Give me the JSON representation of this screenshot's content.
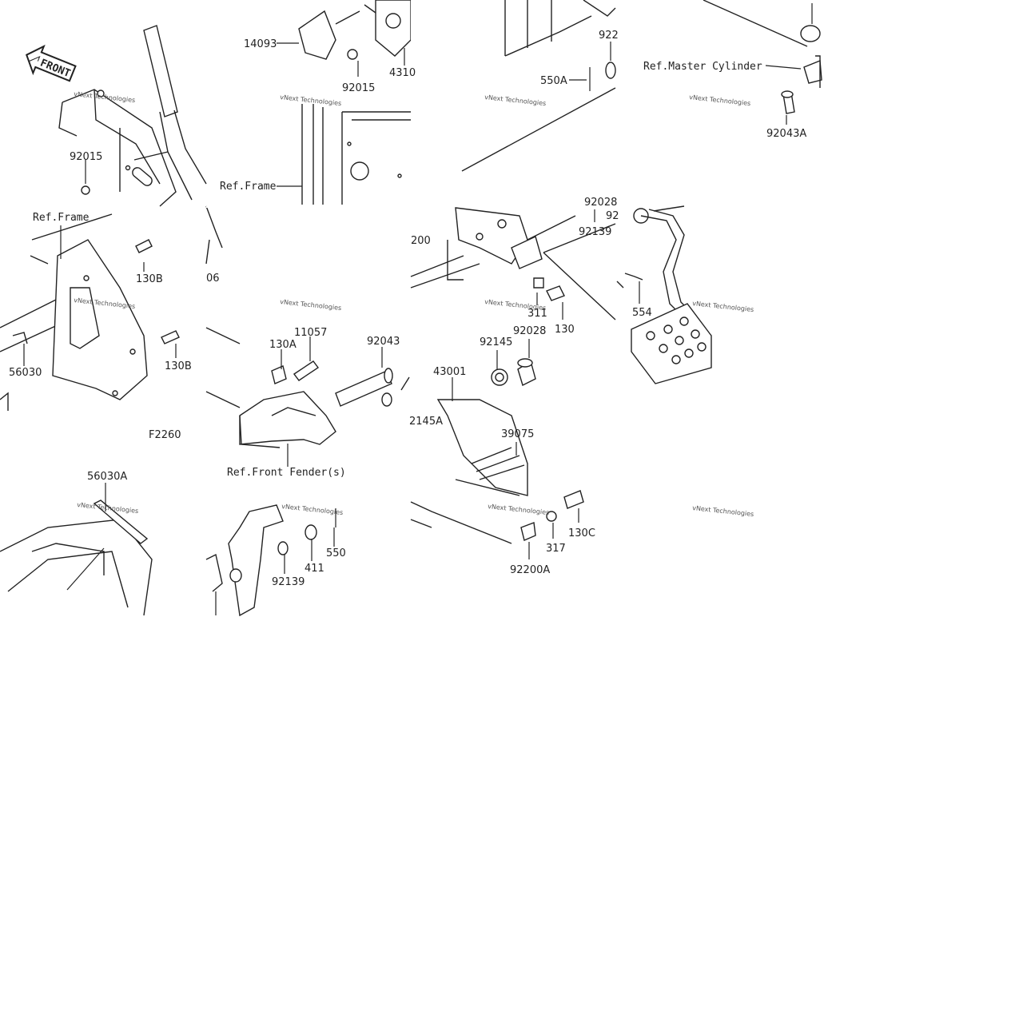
{
  "front_badge": "FRONT",
  "figure_code": "F2260",
  "watermark": "vNext Technologies",
  "refs": {
    "frame_1": "Ref.Frame",
    "frame_2": "Ref.Frame",
    "master_cylinder": "Ref.Master Cylinder",
    "front_fenders": "Ref.Front Fender(s)"
  },
  "part_numbers": {
    "p14093": "14093",
    "p92015_top": "92015",
    "p4310": "4310",
    "p92015_left": "92015",
    "p922_top": "922",
    "p550A": "550A",
    "p92043A": "92043A",
    "p130B_upper": "130B",
    "p130B_lower": "130B",
    "p06": "06",
    "p56030": "56030",
    "p200": "200",
    "p92028_top": "92028",
    "p92_cut": "92",
    "p92139_mid": "92139",
    "p311": "311",
    "p130": "130",
    "p554": "554",
    "p130A": "130A",
    "p11057": "11057",
    "p92043": "92043",
    "p92145": "92145",
    "p92028_mid": "92028",
    "p43001": "43001",
    "p2145A": "2145A",
    "p39075": "39075",
    "p56030A": "56030A",
    "p550": "550",
    "p411": "411",
    "p92139_bot": "92139",
    "p317": "317",
    "p130C": "130C",
    "p92200A": "92200A"
  }
}
